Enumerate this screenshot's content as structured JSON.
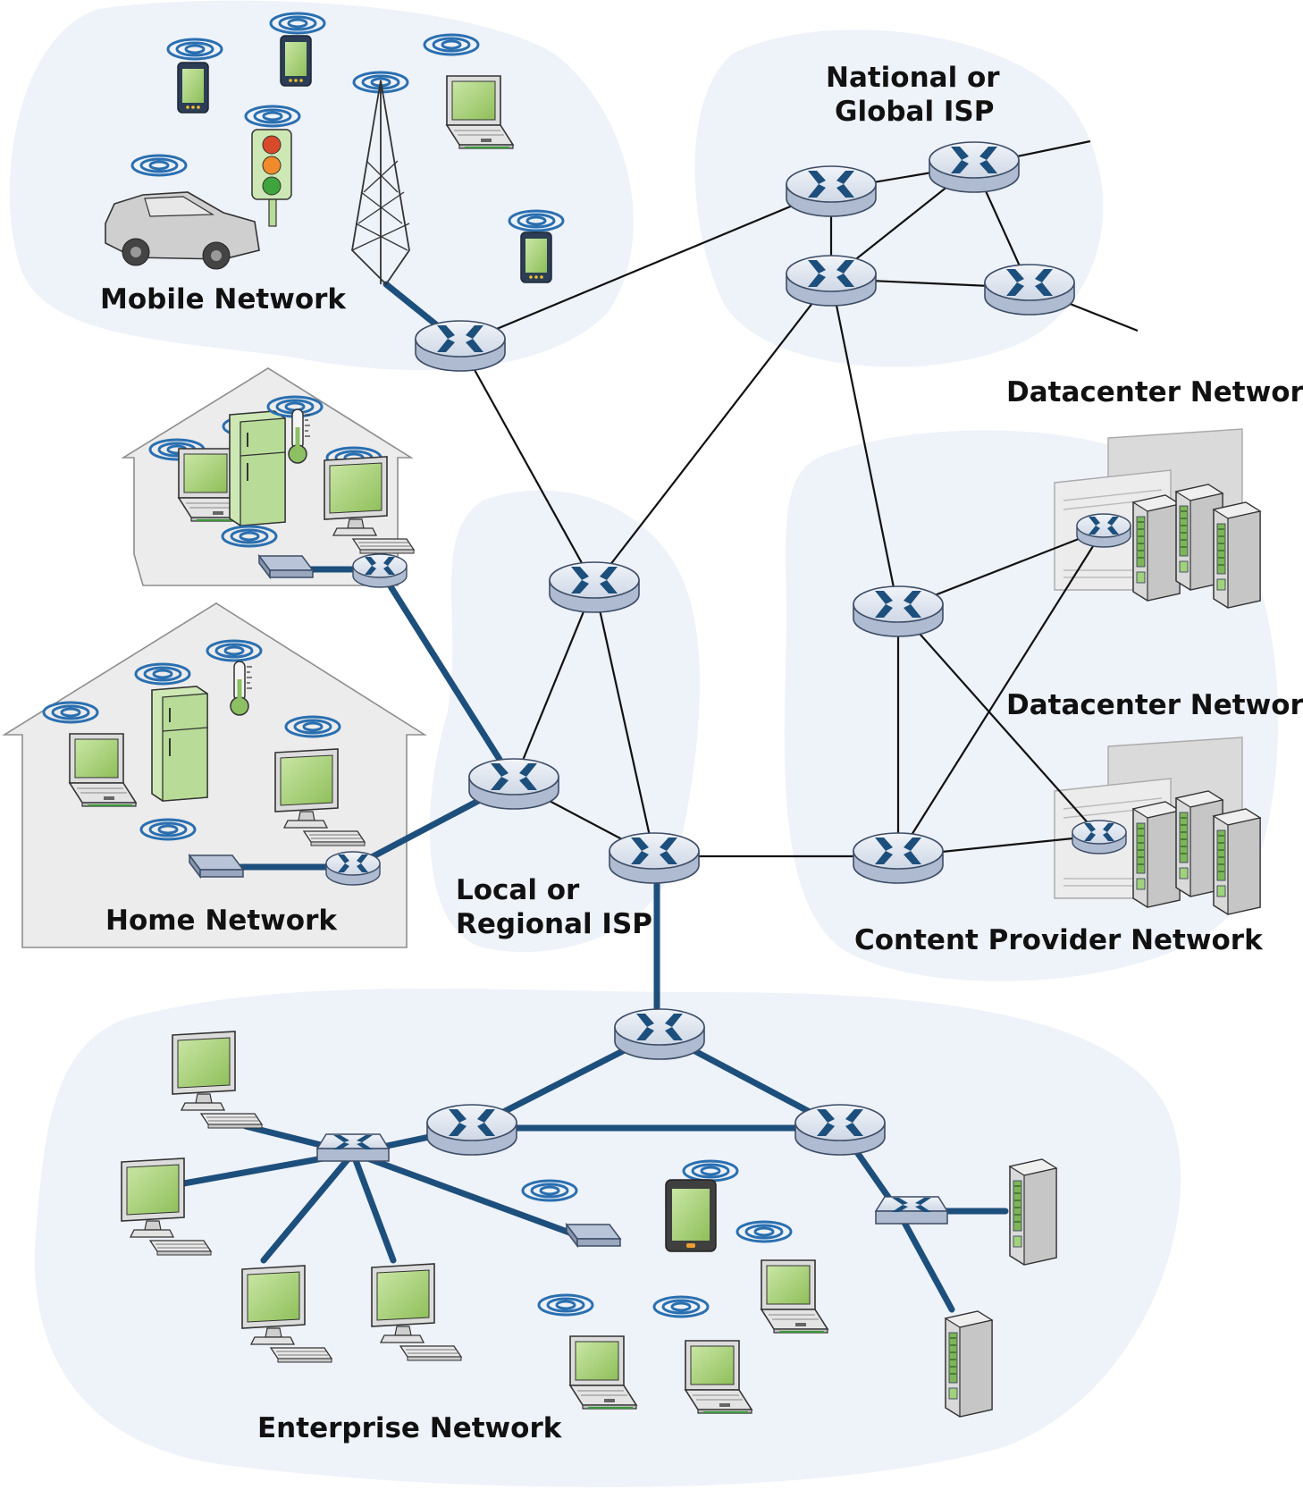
{
  "labels": {
    "mobile_network": "Mobile Network",
    "national_isp_line1": "National or",
    "national_isp_line2": "Global ISP",
    "datacenter_network_1": "Datacenter Network",
    "datacenter_network_2": "Datacenter Network",
    "local_isp_line1": "Local or",
    "local_isp_line2": "Regional ISP",
    "home_network": "Home Network",
    "content_provider_network": "Content Provider Network",
    "enterprise_network": "Enterprise Network"
  },
  "colors": {
    "region_fill": "#eef2f9",
    "thick_link": "#1d4f7c",
    "thin_link": "#111111",
    "router_top": "#dde3ee",
    "router_mark": "#1d4f7c",
    "screen_green": "#a8cf7a",
    "house_fill": "#ececec"
  },
  "icons": [
    "router-icon",
    "switch-icon",
    "laptop-icon",
    "desktop-icon",
    "smartphone-icon",
    "tablet-icon",
    "car-icon",
    "traffic-light-icon",
    "cell-tower-icon",
    "refrigerator-icon",
    "thermometer-icon",
    "wifi-modem-icon",
    "server-icon",
    "datacenter-building-icon",
    "wireless-signal-icon"
  ]
}
